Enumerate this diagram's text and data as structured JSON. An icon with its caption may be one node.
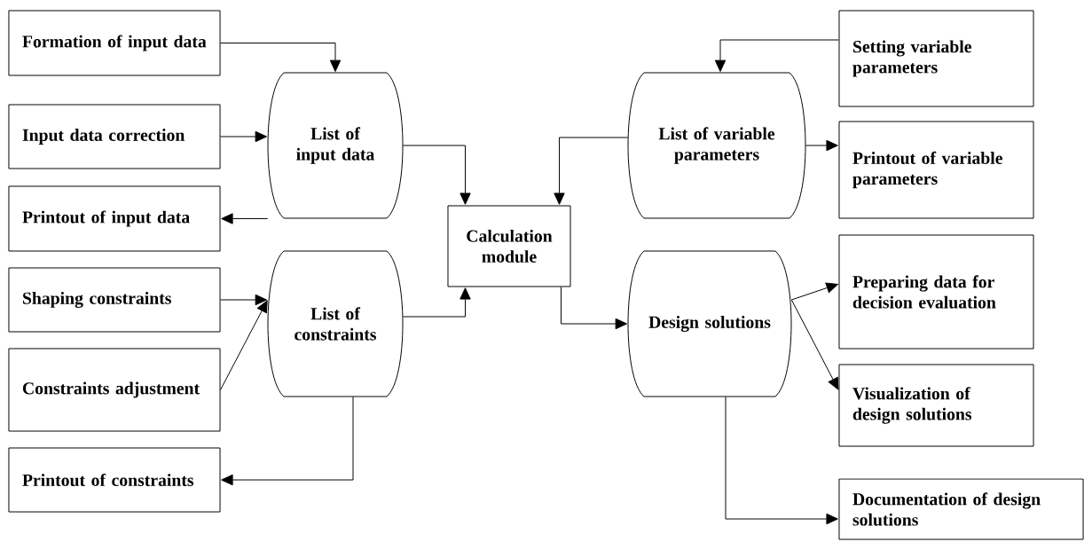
{
  "diagram": {
    "nodes": [
      {
        "text": [
          "Formation of input data"
        ]
      },
      {
        "text": [
          "Input data correction"
        ]
      },
      {
        "text": [
          "Printout of input data"
        ]
      },
      {
        "text": [
          "Shaping constraints"
        ]
      },
      {
        "text": [
          "Constraints adjustment"
        ]
      },
      {
        "text": [
          "Printout of constraints"
        ]
      },
      {
        "text": [
          "List of input data"
        ]
      },
      {
        "text": [
          "List of constraints"
        ]
      },
      {
        "text": [
          "Calculation module"
        ]
      },
      {
        "text": [
          "List of variable parameters"
        ]
      },
      {
        "text": [
          "Design solutions"
        ]
      },
      {
        "text": [
          "Setting variable parameters"
        ]
      },
      {
        "text": [
          "Printout of variable parameters"
        ]
      },
      {
        "text": [
          "Preparing data for decision evaluation"
        ]
      },
      {
        "text": [
          "Visualization of design solutions"
        ]
      },
      {
        "text": [
          "Documentation of design solutions"
        ]
      }
    ],
    "edges": [
      {
        "from": 0,
        "to": 6,
        "arrow": "to"
      },
      {
        "from": 1,
        "to": 6,
        "arrow": "to"
      },
      {
        "from": 6,
        "to": 2,
        "arrow": "to"
      },
      {
        "from": 6,
        "to": 8,
        "arrow": "to"
      },
      {
        "from": 3,
        "to": 7,
        "arrow": "to"
      },
      {
        "from": 4,
        "to": 7,
        "arrow": "to"
      },
      {
        "from": 7,
        "to": 5,
        "arrow": "to"
      },
      {
        "from": 7,
        "to": 8,
        "arrow": "to"
      },
      {
        "from": 11,
        "to": 9,
        "arrow": "to"
      },
      {
        "from": 9,
        "to": 8,
        "arrow": "to"
      },
      {
        "from": 9,
        "to": 12,
        "arrow": "to"
      },
      {
        "from": 8,
        "to": 10,
        "arrow": "to"
      },
      {
        "from": 10,
        "to": 13,
        "arrow": "to"
      },
      {
        "from": 10,
        "to": 14,
        "arrow": "to"
      },
      {
        "from": 10,
        "to": 15,
        "arrow": "to"
      }
    ]
  }
}
